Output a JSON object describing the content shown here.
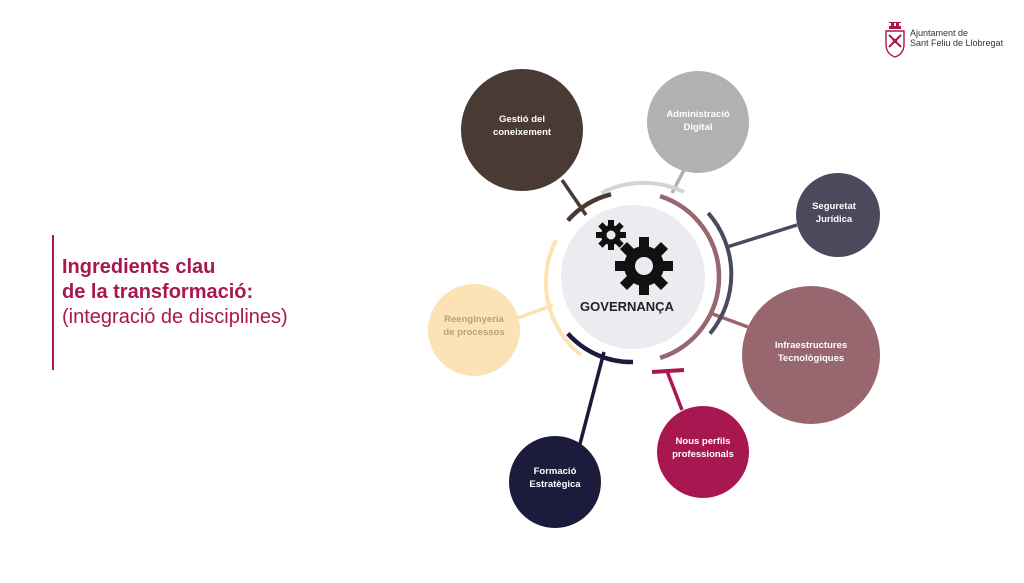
{
  "title": {
    "line1": "Ingredients clau",
    "line2": "de la transformació:",
    "line3": "(integració de disciplines)"
  },
  "logo": {
    "line1": "Ajuntament de",
    "line2": "Sant Feliu de Llobregat",
    "icon": "coat-of-arms-icon"
  },
  "center": {
    "label": "GOVERNANÇA",
    "icon": "gears-icon"
  },
  "nodes": [
    {
      "id": "gestio",
      "line1": "Gestió  del",
      "line2": "coneixement",
      "color": "#4a3a34",
      "text_color": "#ffffff"
    },
    {
      "id": "administracio",
      "line1": "Administració",
      "line2": "Digital",
      "color": "#b1b1b2",
      "text_color": "#ffffff"
    },
    {
      "id": "seguretat",
      "line1": "Seguretat",
      "line2": "Jurídica",
      "color": "#4a4a5c",
      "text_color": "#ffffff"
    },
    {
      "id": "infraestructures",
      "line1": "Infraestructures",
      "line2": "Tecnològiques",
      "color": "#98666e",
      "text_color": "#ffffff"
    },
    {
      "id": "perfils",
      "line1": "Nous perfils",
      "line2": "professionals",
      "color": "#a8174f",
      "text_color": "#ffffff"
    },
    {
      "id": "formacio",
      "line1": "Formació",
      "line2": "Estratègica",
      "color": "#1c1b3c",
      "text_color": "#ffffff"
    },
    {
      "id": "reenginyeria",
      "line1": "Reenginyeria",
      "line2": "de processos",
      "color": "#fbe3b6",
      "text_color": "#b9a173"
    }
  ]
}
